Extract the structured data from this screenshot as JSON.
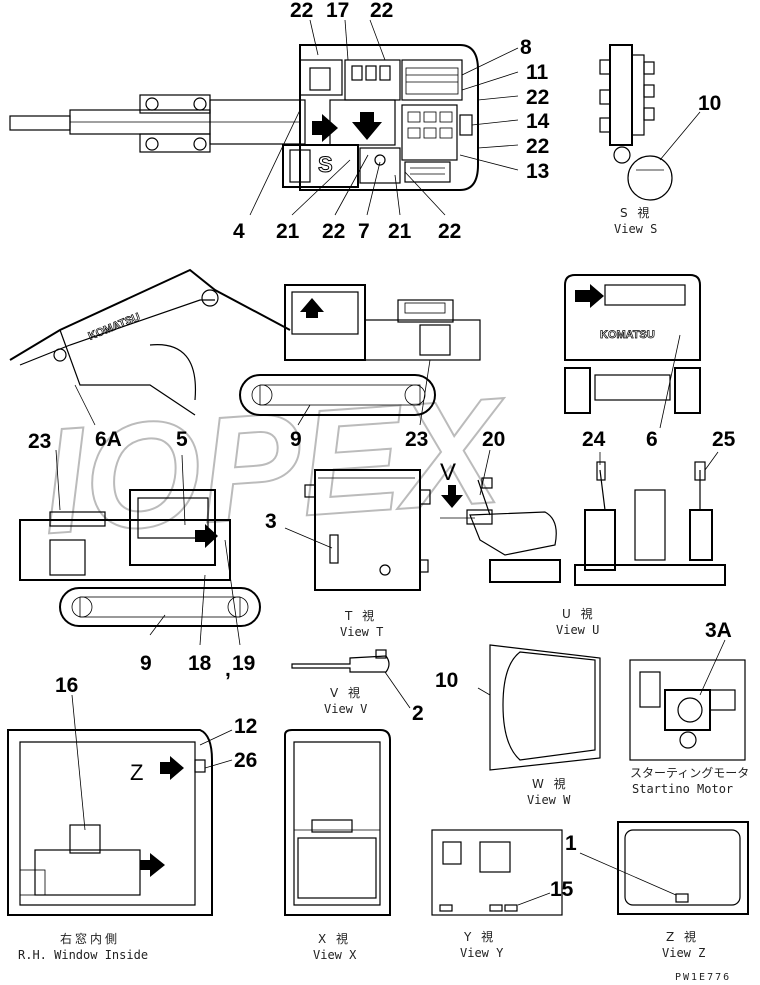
{
  "watermark": "IOPEX",
  "drawing_code": "PW1E776",
  "views": {
    "S": {
      "jp": "S 視",
      "en": "View S"
    },
    "T": {
      "jp": "T 視",
      "en": "View T"
    },
    "U": {
      "jp": "U 視",
      "en": "View U"
    },
    "V": {
      "jp": "V 視",
      "en": "View V"
    },
    "W": {
      "jp": "W 視",
      "en": "View W"
    },
    "X": {
      "jp": "X 視",
      "en": "View X"
    },
    "Y": {
      "jp": "Y 視",
      "en": "View Y"
    },
    "Z": {
      "jp": "Z 視",
      "en": "View Z"
    },
    "RH": {
      "jp": "右窓内側",
      "en": "R.H. Window Inside"
    },
    "SM": {
      "jp": "スターティングモータ",
      "en": "Startino Motor"
    }
  },
  "letters": {
    "V": "V",
    "Z": "Z"
  },
  "brand": "KOMATSU",
  "callouts": {
    "top_22a": "22",
    "top_17": "17",
    "top_22b": "22",
    "top_8": "8",
    "top_11": "11",
    "top_22c": "22",
    "top_14": "14",
    "top_22d": "22",
    "top_13": "13",
    "bot_4": "4",
    "bot_21a": "21",
    "bot_22a": "22",
    "bot_7": "7",
    "bot_21b": "21",
    "bot_22b": "22",
    "s_10": "10",
    "side_6A": "6A",
    "side_9": "9",
    "side_23": "23",
    "rear_6": "6",
    "r_23": "23",
    "r_5": "5",
    "r_9": "9",
    "r_18": "18",
    "r_comma": ",",
    "r_19": "19",
    "t_3": "3",
    "u_20": "20",
    "u_24": "24",
    "u_25": "25",
    "v_2": "2",
    "w_10": "10",
    "sm_3A": "3A",
    "x_16": "16",
    "x_12": "12",
    "x_26": "26",
    "y_1": "1",
    "y_15": "15"
  }
}
